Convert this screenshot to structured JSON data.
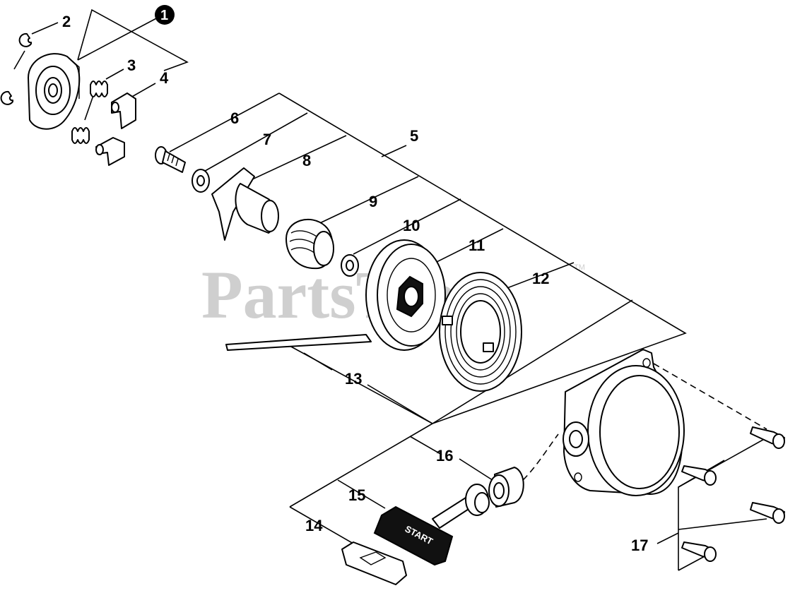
{
  "watermark": {
    "text": "PartsTree",
    "mark": "TM"
  },
  "badge": {
    "label": "1"
  },
  "callouts": {
    "c2": "2",
    "c3": "3",
    "c4": "4",
    "c5": "5",
    "c6": "6",
    "c7": "7",
    "c8": "8",
    "c9": "9",
    "c10": "10",
    "c11": "11",
    "c12": "12",
    "c13": "13",
    "c14": "14",
    "c15": "15",
    "c16": "16",
    "c17": "17"
  },
  "handle": {
    "imprint": "START"
  },
  "colors": {
    "ink": "#000000",
    "watermark": "#cfcfcf",
    "paper": "#ffffff"
  }
}
